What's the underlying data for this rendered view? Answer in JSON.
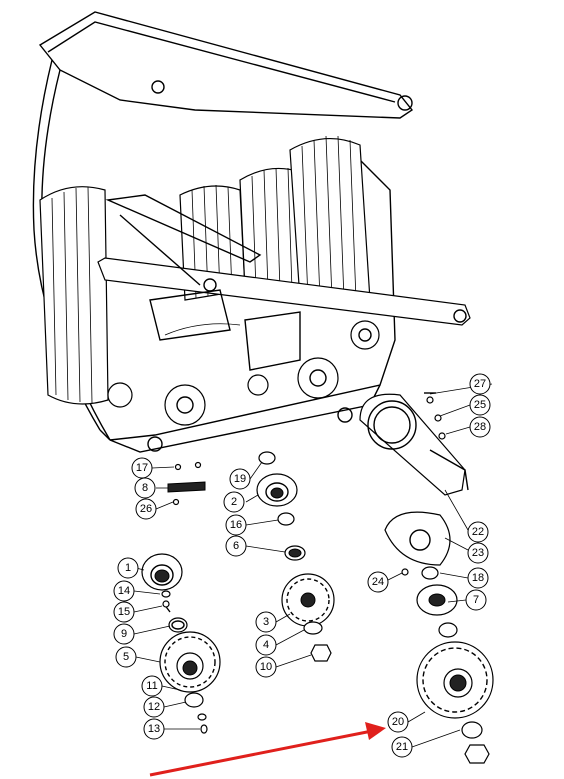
{
  "callouts": [
    {
      "label": "1"
    },
    {
      "label": "2"
    },
    {
      "label": "3"
    },
    {
      "label": "4"
    },
    {
      "label": "5"
    },
    {
      "label": "6"
    },
    {
      "label": "7"
    },
    {
      "label": "8"
    },
    {
      "label": "9"
    },
    {
      "label": "10"
    },
    {
      "label": "11"
    },
    {
      "label": "12"
    },
    {
      "label": "13"
    },
    {
      "label": "14"
    },
    {
      "label": "15"
    },
    {
      "label": "16"
    },
    {
      "label": "17"
    },
    {
      "label": "18"
    },
    {
      "label": "19"
    },
    {
      "label": "20"
    },
    {
      "label": "21"
    },
    {
      "label": "22"
    },
    {
      "label": "23"
    },
    {
      "label": "24"
    },
    {
      "label": "25"
    },
    {
      "label": "26"
    },
    {
      "label": "27"
    },
    {
      "label": "28"
    }
  ],
  "highlight": {
    "color": "#e0201c",
    "target_label": "20"
  }
}
